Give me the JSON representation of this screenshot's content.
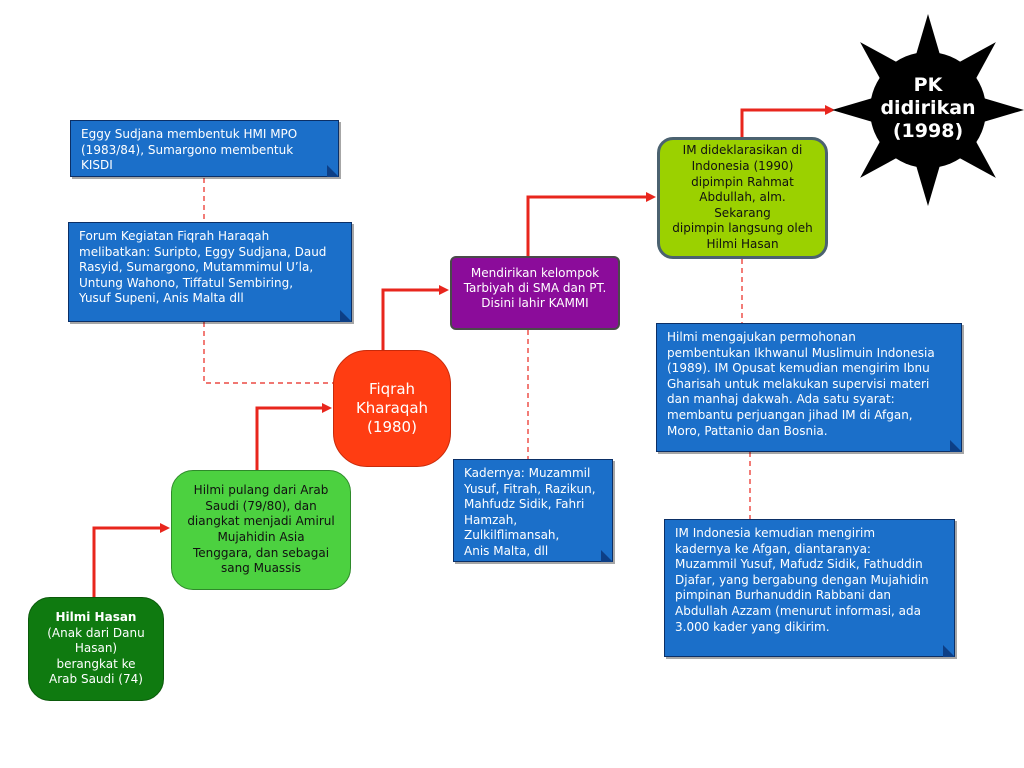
{
  "nodes": {
    "hilmi_hasan": {
      "name": "Hilmi Hasan",
      "lines": [
        "(Anak dari Danu",
        "Hasan)",
        "berangkat ke",
        "Arab Saudi (74)"
      ]
    },
    "hilmi_pulang": {
      "lines": [
        "Hilmi pulang dari Arab",
        "Saudi (79/80),  dan",
        "diangkat menjadi Amirul",
        "Mujahidin Asia",
        "Tenggara, dan sebagai",
        "sang Muassis"
      ]
    },
    "fiqrah": {
      "lines": [
        "Fiqrah",
        "Kharaqah",
        "(1980)"
      ]
    },
    "tarbiyah": {
      "lines": [
        "Mendirikan kelompok",
        "Tarbiyah di SMA dan PT.",
        "Disini lahir KAMMI"
      ]
    },
    "im_deklarasi": {
      "lines": [
        "IM dideklarasikan di",
        "Indonesia (1990)",
        "dipimpin Rahmat",
        "Abdullah, alm. Sekarang",
        "dipimpin langsung oleh",
        "Hilmi Hasan"
      ]
    },
    "pk": {
      "lines": [
        "PK",
        "didirikan",
        "(1998)"
      ]
    }
  },
  "notes": {
    "eggy": {
      "lines": [
        "Eggy Sudjana membentuk HMI MPO",
        "(1983/84), Sumargono membentuk",
        "KISDI"
      ]
    },
    "forum": {
      "lines": [
        "Forum Kegiatan Fiqrah Haraqah",
        "melibatkan: Suripto, Eggy Sudjana, Daud",
        "Rasyid, Sumargono, Mutammimul U’la,",
        "Untung Wahono, Tiffatul Sembiring,",
        "Yusuf Supeni, Anis Malta dll"
      ]
    },
    "kader": {
      "lines": [
        "Kadernya: Muzammil",
        "Yusuf, Fitrah, Razikun,",
        "Mahfudz Sidik, Fahri",
        "Hamzah, Zulkilflimansah,",
        "Anis Malta, dll"
      ]
    },
    "permohonan": {
      "lines": [
        "Hilmi mengajukan permohonan",
        "pembentukan Ikhwanul Muslimuin Indonesia",
        "(1989). IM Opusat kemudian mengirim Ibnu",
        "Gharisah untuk melakukan   supervisi materi",
        "dan manhaj dakwah. Ada satu syarat:",
        "membantu perjuangan jihad IM di Afgan,",
        "Moro, Pattanio dan Bosnia."
      ]
    },
    "afgan": {
      "lines": [
        "IM Indonesia kemudian mengirim",
        "kadernya ke Afgan, diantaranya:",
        "Muzammil Yusuf, Mafudz Sidik, Fathuddin",
        "Djafar, yang bergabung dengan Mujahidin",
        "pimpinan Burhanuddin Rabbani dan",
        "Abdullah Azzam (menurut informasi, ada",
        "3.000 kader yang dikirim."
      ]
    }
  },
  "colors": {
    "arrow": "#e8261d",
    "dashed": "#e8261d",
    "note_fill": "#1b6fc9",
    "sun": "#000000",
    "sun_ray_accent": "#e8261d"
  }
}
